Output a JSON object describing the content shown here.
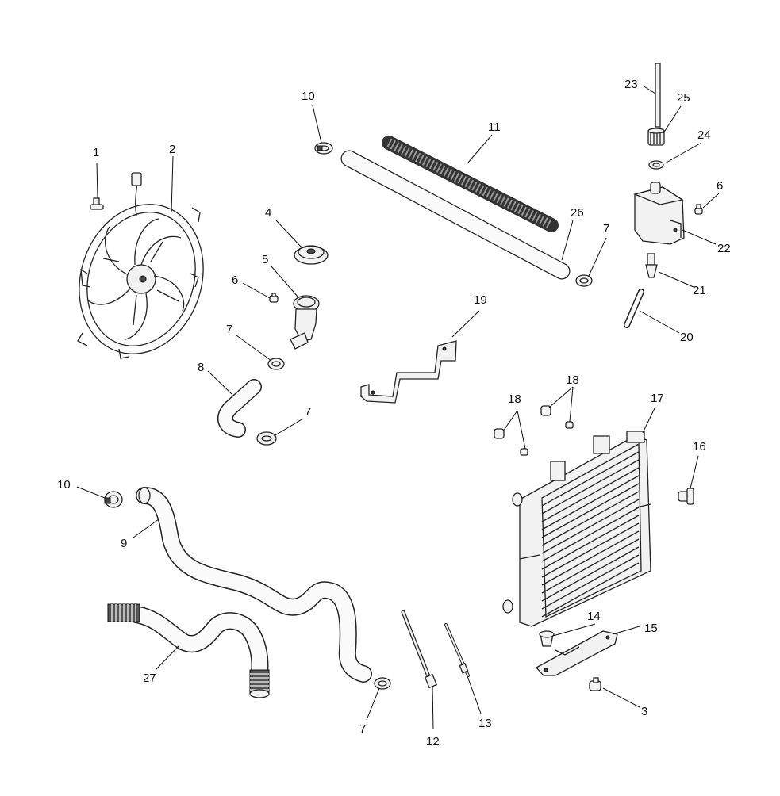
{
  "diagram": {
    "callouts": [
      {
        "id": "c1",
        "label": "1"
      },
      {
        "id": "c2",
        "label": "2"
      },
      {
        "id": "c3",
        "label": "3"
      },
      {
        "id": "c4",
        "label": "4"
      },
      {
        "id": "c5",
        "label": "5"
      },
      {
        "id": "c6a",
        "label": "6"
      },
      {
        "id": "c6b",
        "label": "6"
      },
      {
        "id": "c7a",
        "label": "7"
      },
      {
        "id": "c7b",
        "label": "7"
      },
      {
        "id": "c7c",
        "label": "7"
      },
      {
        "id": "c7d",
        "label": "7"
      },
      {
        "id": "c8",
        "label": "8"
      },
      {
        "id": "c9",
        "label": "9"
      },
      {
        "id": "c10a",
        "label": "10"
      },
      {
        "id": "c10b",
        "label": "10"
      },
      {
        "id": "c11",
        "label": "11"
      },
      {
        "id": "c12",
        "label": "12"
      },
      {
        "id": "c13",
        "label": "13"
      },
      {
        "id": "c14",
        "label": "14"
      },
      {
        "id": "c15",
        "label": "15"
      },
      {
        "id": "c16",
        "label": "16"
      },
      {
        "id": "c17",
        "label": "17"
      },
      {
        "id": "c18a",
        "label": "18"
      },
      {
        "id": "c18b",
        "label": "18"
      },
      {
        "id": "c19",
        "label": "19"
      },
      {
        "id": "c20",
        "label": "20"
      },
      {
        "id": "c21",
        "label": "21"
      },
      {
        "id": "c22",
        "label": "22"
      },
      {
        "id": "c23",
        "label": "23"
      },
      {
        "id": "c24",
        "label": "24"
      },
      {
        "id": "c25",
        "label": "25"
      },
      {
        "id": "c26",
        "label": "26"
      },
      {
        "id": "c27",
        "label": "27"
      }
    ]
  }
}
